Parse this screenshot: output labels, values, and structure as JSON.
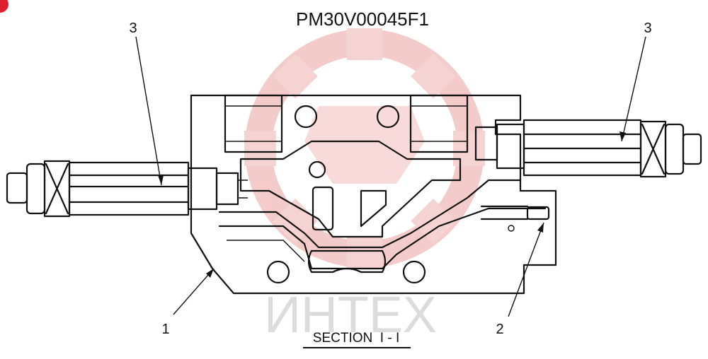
{
  "drawing": {
    "part_number": "PM30V00045F1",
    "section_label": "SECTION  I - I",
    "callouts": {
      "left_relief_valve": "3",
      "right_relief_valve": "3",
      "body": "1",
      "plug": "2"
    },
    "watermark_text": "ИНТЕХ"
  },
  "colors": {
    "line": "#111111",
    "watermark": "#f2c4c4",
    "corner_mark": "#e02030"
  }
}
